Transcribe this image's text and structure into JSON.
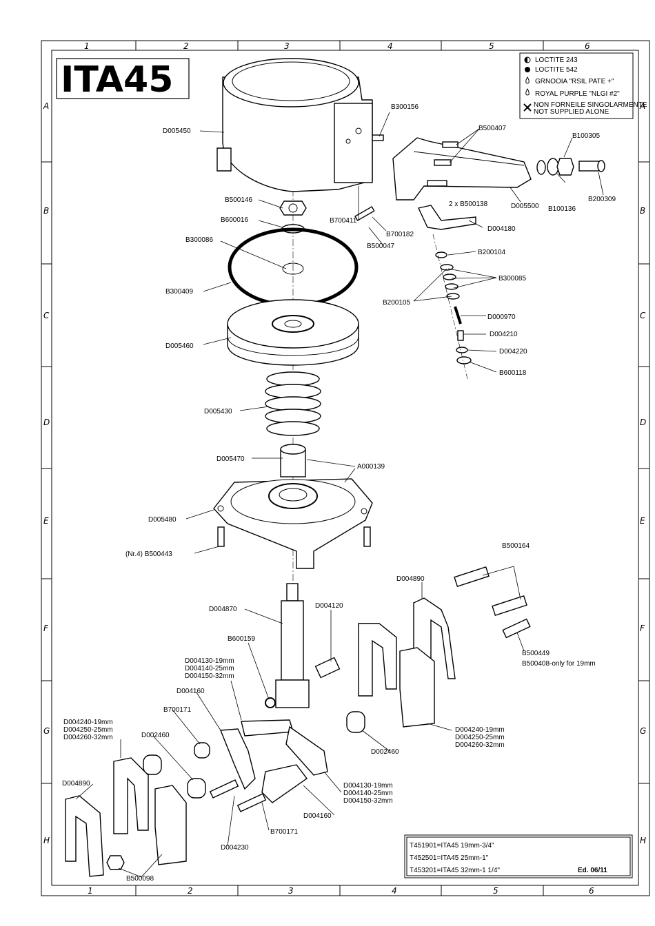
{
  "title": "ITA45",
  "columns": [
    "1",
    "2",
    "3",
    "4",
    "5",
    "6"
  ],
  "rows": [
    "A",
    "B",
    "C",
    "D",
    "E",
    "F",
    "G",
    "H"
  ],
  "legend": [
    {
      "symbol": "half-filled-circle-icon",
      "text": "LOCTITE 243"
    },
    {
      "symbol": "filled-circle-icon",
      "text": "LOCTITE 542"
    },
    {
      "symbol": "drop-icon",
      "text": "GRNOOIA \"RSIL PATE +\""
    },
    {
      "symbol": "drop-icon",
      "text": "ROYAL PURPLE \"NLGI #2\""
    },
    {
      "symbol": "cross-icon",
      "text": "NON FORNEILE SINGOLARMENTE",
      "text2": "NOT SUPPLIED ALONE"
    }
  ],
  "labels": {
    "B300156": "B300156",
    "D005450": "D005450",
    "B500407": "B500407",
    "B100305": "B100305",
    "B500146": "B500146",
    "B600016": "B600016",
    "B700411": "B700411",
    "B700182": "B700182",
    "B500047": "B500047",
    "B500138": "2 x B500138",
    "D005500": "D005500",
    "B100136": "B100136",
    "B200309": "B200309",
    "D004180": "D004180",
    "B300086": "B300086",
    "B200104": "B200104",
    "B300085": "B300085",
    "B300409": "B300409",
    "B200105": "B200105",
    "D000970": "D000970",
    "D004210": "D004210",
    "D005460": "D005460",
    "D004220": "D004220",
    "B600118": "B600118",
    "D005430": "D005430",
    "D005470": "D005470",
    "A000139": "A000139",
    "D005480": "D005480",
    "B500443": "(Nr.4) B500443",
    "B500164": "B500164",
    "D004890a": "D004890",
    "D004870": "D004870",
    "D004120": "D004120",
    "B600159": "B600159",
    "B500449": "B500449",
    "B500408": "B500408-only for 19mm",
    "D0041xx_top": [
      "D004130-19mm",
      "D004140-25mm",
      "D004150-32mm"
    ],
    "D004160a": "D004160",
    "B700171a": "B700171",
    "D0042xx_left": [
      "D004240-19mm",
      "D004250-25mm",
      "D004260-32mm"
    ],
    "D002460a": "D002460",
    "D004890b": "D004890",
    "D0042xx_right": [
      "D004240-19mm",
      "D004250-25mm",
      "D004260-32mm"
    ],
    "D002460b": "D002460",
    "D0041xx_bot": [
      "D004130-19mm",
      "D004140-25mm",
      "D004150-32mm"
    ],
    "D004160b": "D004160",
    "B700171b": "B700171",
    "D004230": "D004230",
    "B500098": "B500098"
  },
  "models": [
    "T451901=ITA45  19mm-3/4\"",
    "T452501=ITA45  25mm-1\"",
    "T453201=ITA45  32mm-1 1/4\""
  ],
  "edition": "Ed. 06/11"
}
